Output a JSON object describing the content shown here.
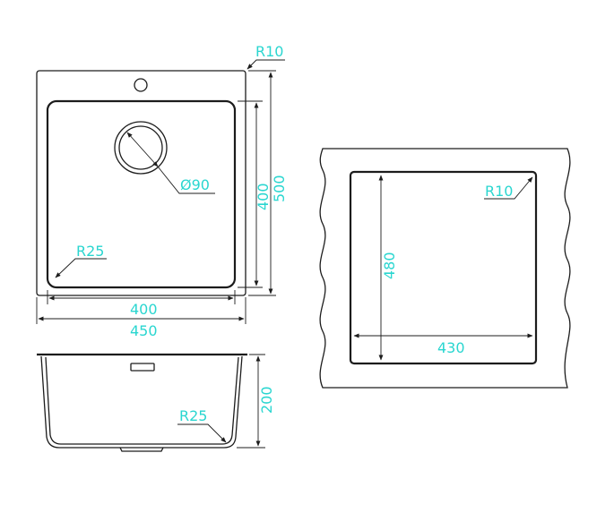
{
  "colors": {
    "dimension_text": "#2ad6d0",
    "line": "#1c1c1c",
    "background": "#ffffff"
  },
  "top_view": {
    "corner_radius_label": "R10",
    "drain_diameter_label": "Ø90",
    "bowl_radius_label": "R25",
    "bowl_height_label": "400",
    "total_height_label": "500",
    "bowl_width_label": "400",
    "total_width_label": "450"
  },
  "side_view": {
    "depth_label": "200",
    "bottom_radius_label": "R25"
  },
  "cutout_view": {
    "corner_radius_label": "R10",
    "height_label": "480",
    "width_label": "430"
  }
}
